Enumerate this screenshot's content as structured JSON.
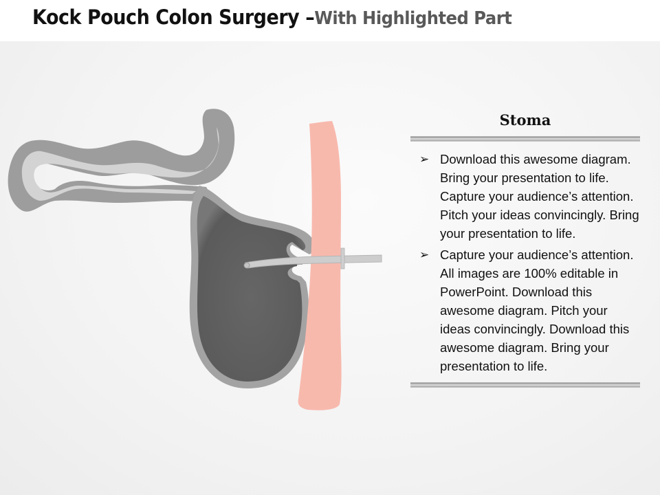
{
  "slide": {
    "title_main": "Kock Pouch Colon Surgery –",
    "title_sub": "With Highlighted Part"
  },
  "illustration": {
    "parts": [
      "small-intestine-loop",
      "kock-pouch",
      "nipple-valve",
      "catheter",
      "abdominal-wall-stoma"
    ],
    "colors": {
      "intestine_outer": "#9a9a9a",
      "intestine_inner": "#d4d4d4",
      "pouch": "#5e5e5e",
      "pouch_wall": "#a5a5a5",
      "abdominal_wall": "#f7b8ab",
      "catheter": "#cfcfcf"
    }
  },
  "panel": {
    "heading": "Stoma",
    "bullet_icon": "arrowhead-bullet-icon",
    "bullets": [
      "Download this awesome diagram. Bring your presentation to life. Capture your audience’s attention. Pitch your ideas convincingly. Bring your presentation to life.",
      "Capture your audience’s attention. All images are 100% editable in PowerPoint. Download this awesome diagram. Pitch your ideas convincingly. Download this awesome diagram. Bring your presentation to life."
    ]
  }
}
